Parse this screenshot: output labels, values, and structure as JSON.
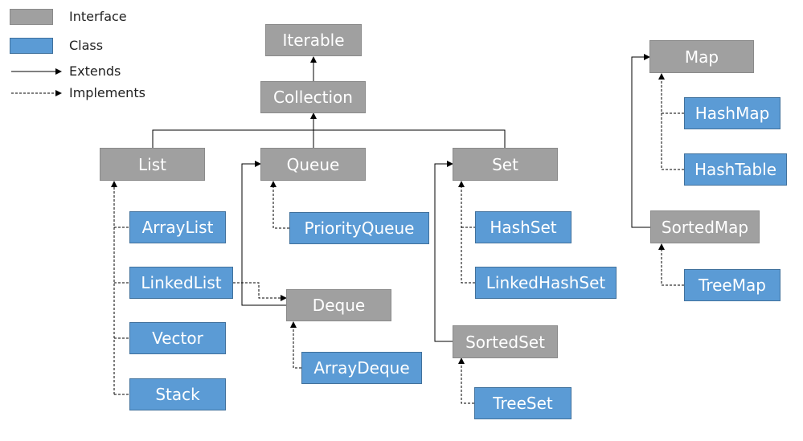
{
  "legend": {
    "interface": "Interface",
    "class": "Class",
    "extends": "Extends",
    "implements": "Implements"
  },
  "colors": {
    "interface": "#a0a0a0",
    "class": "#5b9bd5",
    "line": "#000000"
  },
  "nodes": {
    "iterable": "Iterable",
    "collection": "Collection",
    "list": "List",
    "queue": "Queue",
    "set": "Set",
    "arraylist": "ArrayList",
    "linkedlist": "LinkedList",
    "vector": "Vector",
    "stack": "Stack",
    "priorityqueue": "PriorityQueue",
    "deque": "Deque",
    "arraydeque": "ArrayDeque",
    "hashset": "HashSet",
    "linkedhashset": "LinkedHashSet",
    "sortedset": "SortedSet",
    "treeset": "TreeSet",
    "map": "Map",
    "hashmap": "HashMap",
    "hashtable": "HashTable",
    "sortedmap": "SortedMap",
    "treemap": "TreeMap"
  },
  "relations": [
    {
      "from": "Collection",
      "to": "Iterable",
      "type": "extends"
    },
    {
      "from": "List",
      "to": "Collection",
      "type": "extends"
    },
    {
      "from": "Queue",
      "to": "Collection",
      "type": "extends"
    },
    {
      "from": "Set",
      "to": "Collection",
      "type": "extends"
    },
    {
      "from": "ArrayList",
      "to": "List",
      "type": "implements"
    },
    {
      "from": "LinkedList",
      "to": "List",
      "type": "implements"
    },
    {
      "from": "Vector",
      "to": "List",
      "type": "implements"
    },
    {
      "from": "Stack",
      "to": "List",
      "type": "implements"
    },
    {
      "from": "PriorityQueue",
      "to": "Queue",
      "type": "implements"
    },
    {
      "from": "Deque",
      "to": "Queue",
      "type": "extends"
    },
    {
      "from": "LinkedList",
      "to": "Deque",
      "type": "implements"
    },
    {
      "from": "ArrayDeque",
      "to": "Deque",
      "type": "implements"
    },
    {
      "from": "HashSet",
      "to": "Set",
      "type": "implements"
    },
    {
      "from": "LinkedHashSet",
      "to": "Set",
      "type": "implements"
    },
    {
      "from": "SortedSet",
      "to": "Set",
      "type": "extends"
    },
    {
      "from": "TreeSet",
      "to": "SortedSet",
      "type": "implements"
    },
    {
      "from": "HashMap",
      "to": "Map",
      "type": "implements"
    },
    {
      "from": "HashTable",
      "to": "Map",
      "type": "implements"
    },
    {
      "from": "SortedMap",
      "to": "Map",
      "type": "extends"
    },
    {
      "from": "TreeMap",
      "to": "SortedMap",
      "type": "implements"
    }
  ]
}
